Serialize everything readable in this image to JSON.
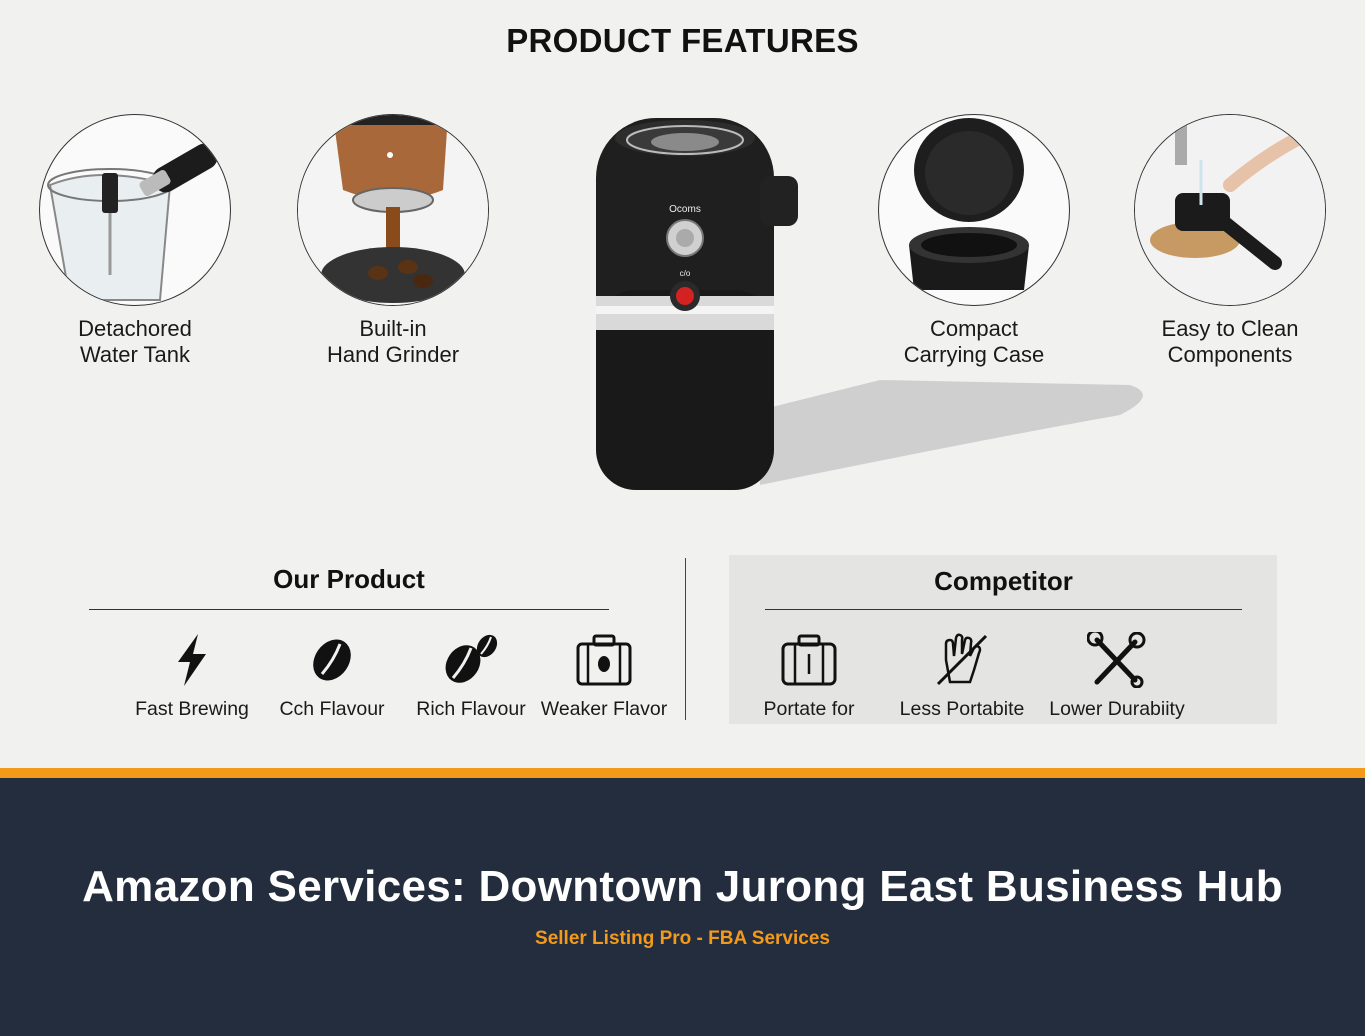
{
  "header": {
    "title": "PRODUCT FEATURES"
  },
  "features": [
    {
      "label": "Detachored\nWater Tank",
      "icon": "water-tank-photo"
    },
    {
      "label": "Built-in\nHand Grinder",
      "icon": "grinder-photo"
    },
    {
      "label": "Compact\nCarrying Case",
      "icon": "carrying-case-photo"
    },
    {
      "label": "Easy to Clean\nComponents",
      "icon": "cleaning-photo"
    }
  ],
  "product": {
    "brand": "Ocoms",
    "mode_label": "c/o"
  },
  "our_product": {
    "heading": "Our Product",
    "items": [
      {
        "label": "Fast Brewing",
        "icon": "lightning-icon"
      },
      {
        "label": "Cch Flavour",
        "icon": "coffee-bean-icon"
      },
      {
        "label": "Rich Flavour",
        "icon": "coffee-beans-icon"
      },
      {
        "label": "Weaker Flavor",
        "icon": "briefcase-icon"
      }
    ]
  },
  "competitor": {
    "heading": "Competitor",
    "items": [
      {
        "label": "Portate for",
        "icon": "luggage-icon"
      },
      {
        "label": "Less Portabite",
        "icon": "crossed-hand-icon"
      },
      {
        "label": "Lower Durabiity",
        "icon": "wrench-tools-icon"
      }
    ]
  },
  "footer": {
    "title": "Amazon Services: Downtown Jurong East Business Hub",
    "subtitle": "Seller Listing Pro - FBA Services"
  },
  "colors": {
    "accent": "#f39a1b",
    "footer_bg": "#232d3d"
  }
}
